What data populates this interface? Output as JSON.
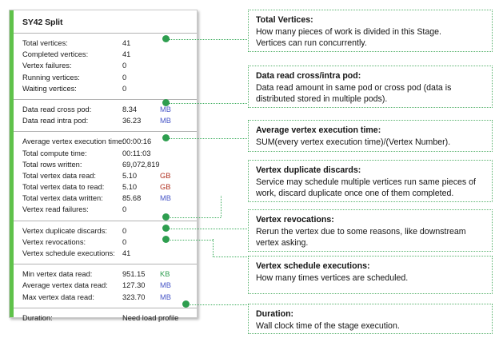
{
  "panel": {
    "title": "SY42 Split",
    "accent_color": "#5fc24a",
    "groups": [
      {
        "name": "vertex-counts",
        "rows": [
          {
            "label": "Total vertices:",
            "value": "41",
            "unit": ""
          },
          {
            "label": "Completed vertices:",
            "value": "41",
            "unit": ""
          },
          {
            "label": "Vertex failures:",
            "value": "0",
            "unit": ""
          },
          {
            "label": "Running vertices:",
            "value": "0",
            "unit": ""
          },
          {
            "label": "Waiting vertices:",
            "value": "0",
            "unit": ""
          }
        ]
      },
      {
        "name": "pod-data-read",
        "rows": [
          {
            "label": "Data read cross pod:",
            "value": "8.34",
            "unit": "MB"
          },
          {
            "label": "Data read intra pod:",
            "value": "36.23",
            "unit": "MB"
          }
        ]
      },
      {
        "name": "execution-totals",
        "rows": [
          {
            "label": "Average vertex execution time:",
            "value": "00:00:16",
            "unit": ""
          },
          {
            "label": "Total compute time:",
            "value": "00:11:03",
            "unit": ""
          },
          {
            "label": "Total rows written:",
            "value": "69,072,819",
            "unit": ""
          },
          {
            "label": "Total vertex data read:",
            "value": "5.10",
            "unit": "GB"
          },
          {
            "label": "Total vertex data to read:",
            "value": "5.10",
            "unit": "GB"
          },
          {
            "label": "Total vertex data written:",
            "value": "85.68",
            "unit": "MB"
          },
          {
            "label": "Vertex read failures:",
            "value": "0",
            "unit": ""
          }
        ]
      },
      {
        "name": "scheduling",
        "rows": [
          {
            "label": "Vertex duplicate discards:",
            "value": "0",
            "unit": ""
          },
          {
            "label": "Vertex revocations:",
            "value": "0",
            "unit": ""
          },
          {
            "label": "Vertex schedule executions:",
            "value": "41",
            "unit": ""
          }
        ]
      },
      {
        "name": "vertex-data-read-stats",
        "rows": [
          {
            "label": "Min vertex data read:",
            "value": "951.15",
            "unit": "KB"
          },
          {
            "label": "Average vertex data read:",
            "value": "127.30",
            "unit": "MB"
          },
          {
            "label": "Max vertex data read:",
            "value": "323.70",
            "unit": "MB"
          }
        ]
      },
      {
        "name": "duration",
        "rows": [
          {
            "label": "Duration:",
            "value": "Need load profile",
            "unit": ""
          }
        ]
      }
    ]
  },
  "notes": [
    {
      "name": "total-vertices",
      "title": "Total Vertices:",
      "lines": [
        "How many pieces of work is divided in this Stage.",
        "Vertices can run concurrently."
      ]
    },
    {
      "name": "data-read-cross-intra-pod",
      "title": "Data read cross/intra pod:",
      "lines": [
        "Data read amount in same pod or cross pod (data is",
        "distributed stored in multiple pods)."
      ]
    },
    {
      "name": "average-vertex-execution-time",
      "title": "Average vertex execution time:",
      "lines": [
        "SUM(every vertex execution time)/(Vertex Number)."
      ]
    },
    {
      "name": "vertex-duplicate-discards",
      "title": "Vertex duplicate discards:",
      "lines": [
        "Service may schedule multiple vertices run same pieces of",
        "work, discard duplicate once one of them completed."
      ]
    },
    {
      "name": "vertex-revocations",
      "title": "Vertex revocations:",
      "lines": [
        "Rerun the vertex due to some reasons, like downstream",
        "vertex asking."
      ]
    },
    {
      "name": "vertex-schedule-executions",
      "title": "Vertex schedule executions:",
      "lines": [
        "How many times vertices are scheduled."
      ]
    },
    {
      "name": "duration",
      "title": "Duration:",
      "lines": [
        "Wall clock time of the stage execution."
      ]
    }
  ],
  "colors": {
    "accent_green": "#5fc24a",
    "connector_green": "#2e9e4f",
    "unit_mb": "#4a58c8",
    "unit_gb": "#b03020",
    "unit_kb": "#2e9e4f"
  }
}
